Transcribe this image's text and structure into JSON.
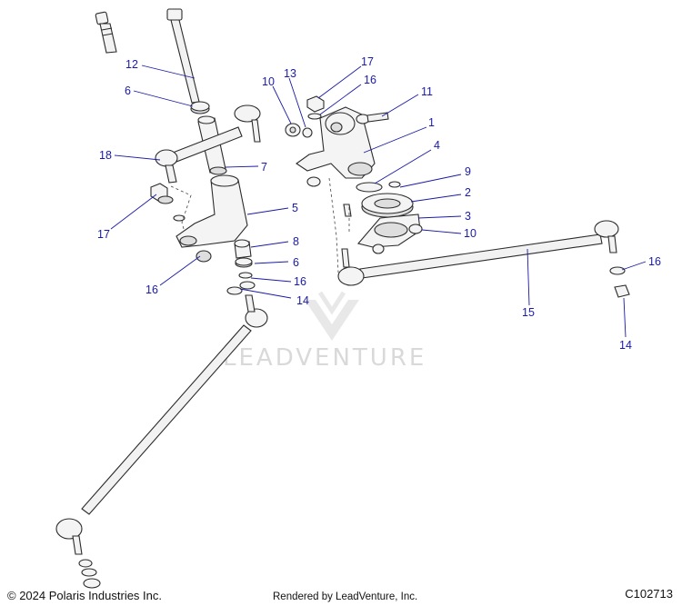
{
  "footer": {
    "copyright": "© 2024 Polaris Industries Inc.",
    "rendered_by": "Rendered by LeadVenture, Inc.",
    "figure_id": "C102713"
  },
  "watermark": {
    "text": "LEADVENTURE"
  },
  "callouts": {
    "c12": "12",
    "c6a": "6",
    "c18": "18",
    "c17a": "17",
    "c16a": "16",
    "c7": "7",
    "c5": "5",
    "c8": "8",
    "c6b": "6",
    "c16b": "16",
    "c14a": "14",
    "c10a": "10",
    "c13": "13",
    "c17b": "17",
    "c16c": "16",
    "c11": "11",
    "c1": "1",
    "c4": "4",
    "c9": "9",
    "c2": "2",
    "c3": "3",
    "c10b": "10",
    "c15": "15",
    "c16d": "16",
    "c14b": "14"
  },
  "colors": {
    "callout": "#1a1aa6",
    "line": "#2b2b2b",
    "watermark": "#d9d9d9"
  }
}
